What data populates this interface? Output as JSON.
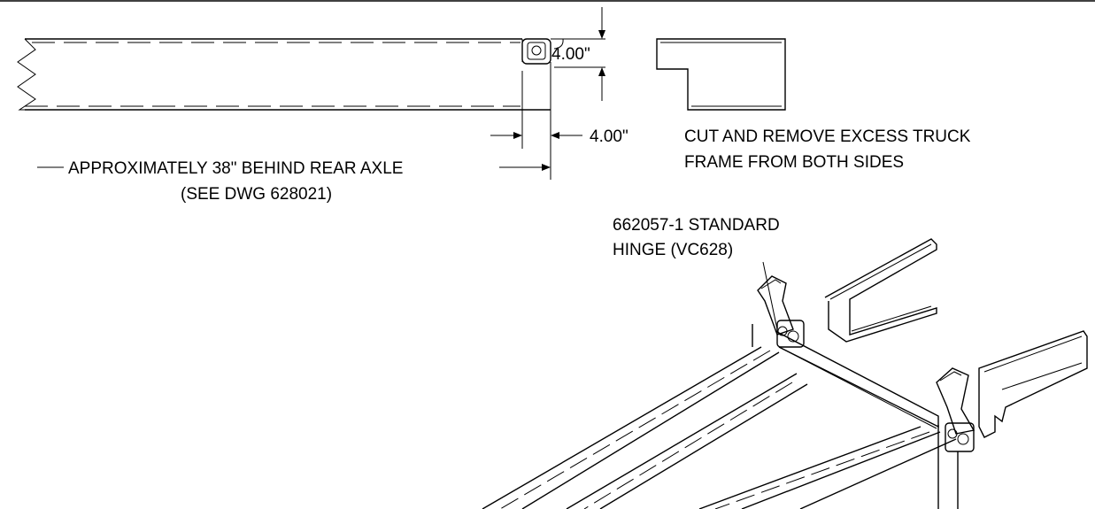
{
  "labels": {
    "dim_top": "4.00\"",
    "dim_side": "4.00\"",
    "distance_line1": "APPROXIMATELY 38\" BEHIND REAR AXLE",
    "distance_line2": "(SEE DWG 628021)",
    "cut_note_line1": "CUT AND REMOVE EXCESS TRUCK",
    "cut_note_line2": "FRAME FROM BOTH SIDES",
    "hinge_line1": "662057-1 STANDARD",
    "hinge_line2": "HINGE (VC628)"
  }
}
